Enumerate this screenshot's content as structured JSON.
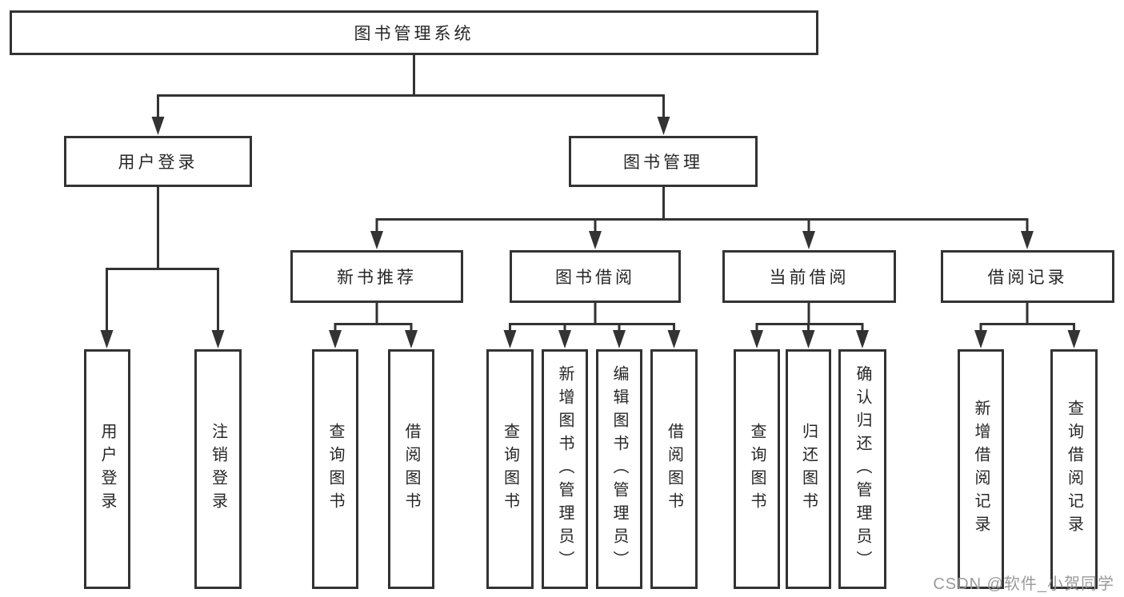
{
  "diagram": {
    "root": {
      "label": "图书管理系统"
    },
    "branches": [
      {
        "label": "用户登录",
        "children": [
          {
            "label": "用户登录"
          },
          {
            "label": "注销登录"
          }
        ]
      },
      {
        "label": "图书管理",
        "children": [
          {
            "label": "新书推荐",
            "children": [
              {
                "label": "查询图书"
              },
              {
                "label": "借阅图书"
              }
            ]
          },
          {
            "label": "图书借阅",
            "children": [
              {
                "label": "查询图书"
              },
              {
                "label": "新增图书（管理员）"
              },
              {
                "label": "编辑图书（管理员）"
              },
              {
                "label": "借阅图书"
              }
            ]
          },
          {
            "label": "当前借阅",
            "children": [
              {
                "label": "查询图书"
              },
              {
                "label": "归还图书"
              },
              {
                "label": "确认归还（管理员）"
              }
            ]
          },
          {
            "label": "借阅记录",
            "children": [
              {
                "label": "新增借阅记录"
              },
              {
                "label": "查询借阅记录"
              }
            ]
          }
        ]
      }
    ],
    "colors": {
      "line": "#333333",
      "box_border": "#333333",
      "text": "#262626",
      "watermark": "#9b9b9b",
      "background": "#ffffff"
    }
  },
  "watermark": {
    "text": "CSDN @软件_小贺同学"
  }
}
